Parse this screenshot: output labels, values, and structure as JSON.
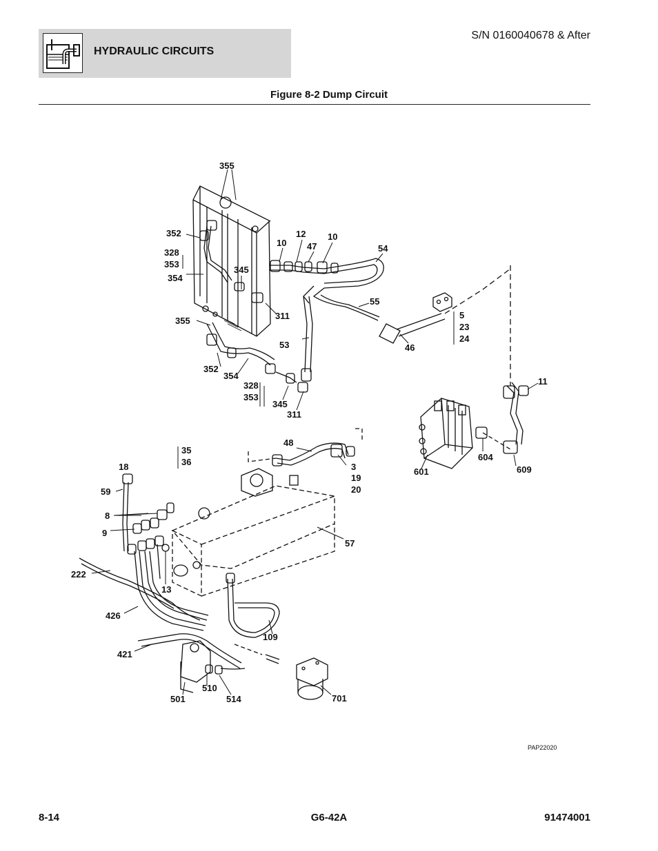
{
  "header": {
    "section_title": "HYDRAULIC CIRCUITS",
    "serial": "S/N 0160040678 & After",
    "icon": "hydraulic-reservoir-icon"
  },
  "figure": {
    "title": "Figure 8-2 Dump Circuit",
    "reference": "PAP22020"
  },
  "callouts": {
    "c355_top": "355",
    "c352_top": "352",
    "c328_top": "328",
    "c353_top": "353",
    "c354_top": "354",
    "c345_top": "345",
    "c10_a": "10",
    "c12": "12",
    "c47": "47",
    "c10_b": "10",
    "c54": "54",
    "c55": "55",
    "c311_top": "311",
    "c355_mid": "355",
    "c53": "53",
    "c46": "46",
    "c5": "5",
    "c23": "23",
    "c24": "24",
    "c352_bot": "352",
    "c354_bot": "354",
    "c328_bot": "328",
    "c353_bot": "353",
    "c345_bot": "345",
    "c311_bot": "311",
    "c11": "11",
    "c48": "48",
    "c35": "35",
    "c36": "36",
    "c3": "3",
    "c19": "19",
    "c20": "20",
    "c18": "18",
    "c59": "59",
    "c8": "8",
    "c9": "9",
    "c57": "57",
    "c601": "601",
    "c604": "604",
    "c609": "609",
    "c222": "222",
    "c13": "13",
    "c426": "426",
    "c109": "109",
    "c421": "421",
    "c510": "510",
    "c501": "501",
    "c514": "514",
    "c701": "701"
  },
  "footer": {
    "page": "8-14",
    "model": "G6-42A",
    "doc_number": "91474001"
  }
}
